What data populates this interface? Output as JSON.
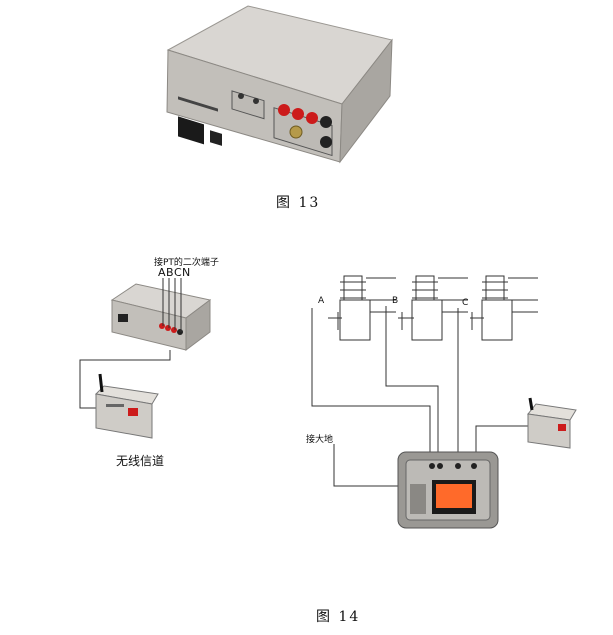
{
  "figures": {
    "fig13": {
      "caption": "图 13"
    },
    "fig14": {
      "caption": "图 14",
      "pt_label": "接PT的二次端子",
      "phase_labels": [
        "A",
        "B",
        "C",
        "N"
      ],
      "wireless_label": "无线信道",
      "ground_label": "接大地",
      "transformer_labels": [
        "A",
        "B",
        "C"
      ]
    }
  },
  "colors": {
    "device_body": "#c9c6c1",
    "terminal_red": "#cc1b1b",
    "line": "#333333"
  },
  "icons": [
    "power-socket-icon",
    "switch-icon",
    "terminal-post-icon",
    "antenna-icon",
    "current-transformer-icon"
  ]
}
